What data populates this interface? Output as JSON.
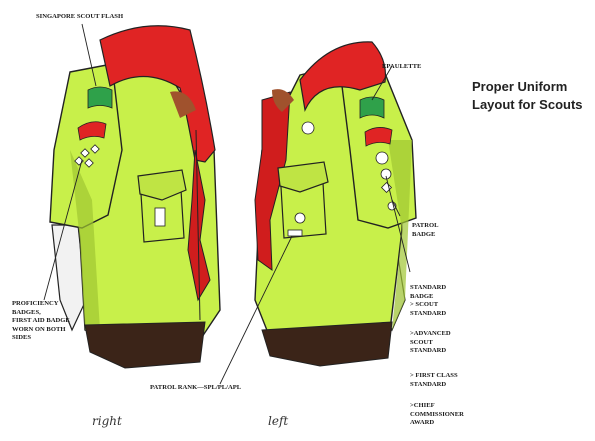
{
  "title": {
    "line1": "Proper Uniform",
    "line2": "Layout for Scouts"
  },
  "labels": {
    "singapore_flash": "SINGAPORE SCOUT FLASH",
    "epaulette": "EPAULETTE",
    "patrol_badge": [
      "PATROL",
      "BADGE"
    ],
    "standard_badge": [
      "STANDARD",
      "BADGE",
      "> SCOUT",
      "STANDARD"
    ],
    "advanced": [
      ">ADVANCED",
      "SCOUT",
      "STANDARD"
    ],
    "first_class": [
      "> FIRST CLASS",
      "STANDARD"
    ],
    "chief_commissioner": [
      ">CHIEF",
      "COMMISSIONER",
      "AWARD"
    ],
    "proficiency": [
      "PROFICIENCY",
      "BADGES,",
      "FIRST AID BADGE",
      "WORN ON BOTH",
      "SIDES"
    ],
    "patrol_rank": "PATROL RANK—SPL/PL/APL"
  },
  "captions": {
    "right": "right",
    "left": "left"
  },
  "colors": {
    "shirt": "#c8f04a",
    "shirt_shadow": "#9fc632",
    "scarf": "#e02424",
    "flash_green": "#2fa14a",
    "skin": "#a0522d",
    "trousers": "#3b2418"
  }
}
